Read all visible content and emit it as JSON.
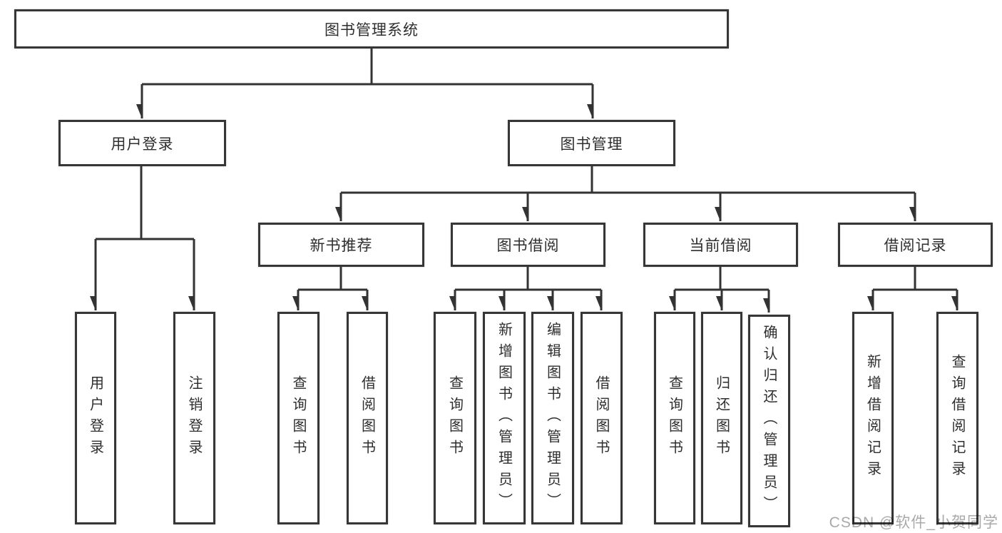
{
  "nodes": {
    "root": "图书管理系统",
    "login": {
      "label": "用户登录",
      "children": [
        "用户登录",
        "注销登录"
      ]
    },
    "manage": {
      "label": "图书管理",
      "children": [
        {
          "label": "新书推荐",
          "children": [
            "查询图书",
            "借阅图书"
          ]
        },
        {
          "label": "图书借阅",
          "children": [
            "查询图书",
            "新增图书（管理员）",
            "编辑图书（管理员）",
            "借阅图书"
          ]
        },
        {
          "label": "当前借阅",
          "children": [
            "查询图书",
            "归还图书",
            "确认归还（管理员）"
          ]
        },
        {
          "label": "借阅记录",
          "children": [
            "新增借阅记录",
            "查询借阅记录"
          ]
        }
      ]
    }
  },
  "watermark": "CSDN @软件_小贺同学",
  "colors": {
    "line": "#333333",
    "border": "#363636",
    "text": "#2e2e2e",
    "watermark": "#a9a9a9",
    "background": "#ffffff"
  }
}
